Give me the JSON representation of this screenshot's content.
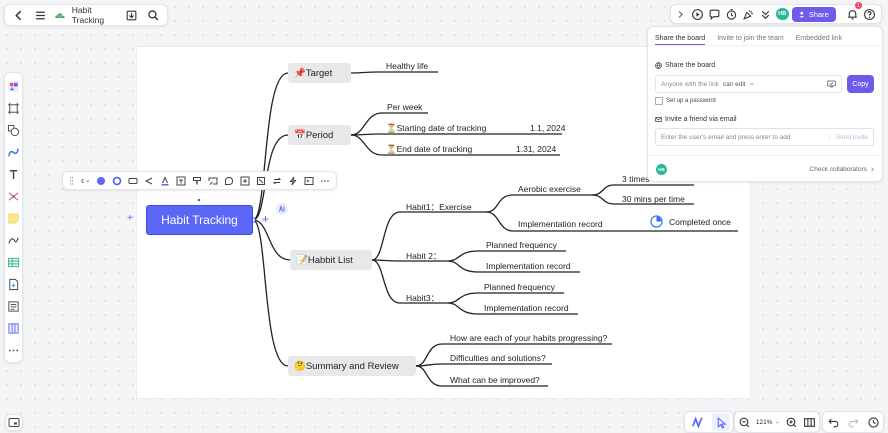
{
  "app": {
    "doc_title": "Habit Tracking"
  },
  "topbar_right": {
    "avatar_initials": "HB",
    "share_label": "Share",
    "notification_count": "1"
  },
  "share_panel": {
    "tabs": [
      "Share the board",
      "Invite to join the team",
      "Embedded link"
    ],
    "share_section_label": "Share the board",
    "link_permission": "Anyone with the link",
    "link_role": "can edit",
    "copy_label": "Copy",
    "password_option": "Set up a password",
    "invite_section_label": "Invite a friend via email",
    "email_placeholder": "Enter the user's email and press enter to add",
    "send_invite_label": "Send invite",
    "check_collaborators": "Check collaborators",
    "collab_avatar": "HB"
  },
  "zoom": {
    "level": "121%"
  },
  "mindmap": {
    "root": "Habit Tracking",
    "branches": {
      "target": {
        "label": "📌Target",
        "children": [
          "Healthy life"
        ]
      },
      "period": {
        "label": "📅Period",
        "per_week": "Per week",
        "start_label": "⏳Starting date of tracking",
        "start_value": "1.1, 2024",
        "end_label": "⏳End date of tracking",
        "end_value": "1.31, 2024"
      },
      "habit_list": {
        "label": "📝Habbit  List",
        "habit1": {
          "label": "Habit1：Exercise",
          "aerobic": "Aerobic exercise",
          "times": "3 times",
          "minutes": "30 mins per time",
          "implementation": "Implementation record",
          "completed": "Completed once"
        },
        "habit2": {
          "label": "Habit 2：",
          "planned": "Planned frequency",
          "implementation": "Implementation record"
        },
        "habit3": {
          "label": "Habit3：",
          "planned": "Planned frequency",
          "implementation": "Implementation record"
        }
      },
      "summary": {
        "label": "🤔Summary and Review",
        "children": [
          "How are each of your habits progressing?",
          "Difficulties and solutions?",
          "What can be improved?"
        ]
      }
    }
  },
  "colors": {
    "accent": "#6c5ce7",
    "root_fill": "#5b67f6",
    "node_fill": "#e8e8ea",
    "progress": "#2f6fec"
  },
  "progress": {
    "completed_fraction": 0.25
  }
}
